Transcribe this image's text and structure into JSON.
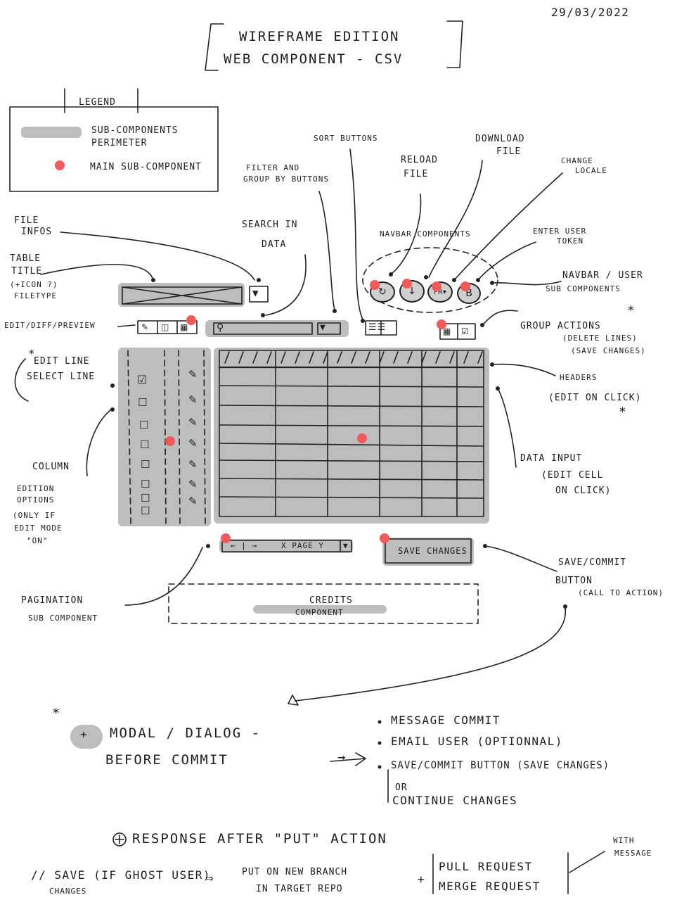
{
  "date": "29/03/2022",
  "title": {
    "line1": "WIREFRAME EDITION",
    "line2": "WEB COMPONENT - CSV"
  },
  "legend": {
    "title": "LEGEND",
    "perimeter_label_1": "SUB-COMPONENTS",
    "perimeter_label_2": "PERIMETER",
    "main_label": "MAIN SUB-COMPONENT"
  },
  "labels": {
    "file_infos_1": "FILE",
    "file_infos_2": "INFOS",
    "table_title_1": "TABLE",
    "table_title_2": "TITLE",
    "table_title_3": "(+ICON ?)",
    "table_title_4": "FILETYPE",
    "edit_diff_preview": "EDIT/DIFF/PREVIEW",
    "edit_line": "EDIT LINE",
    "select_line": "SELECT LINE",
    "column_1": "COLUMN",
    "column_2": "EDITION",
    "column_3": "OPTIONS",
    "column_4": "(ONLY IF",
    "column_5": "EDIT MODE",
    "column_6": "\"ON\"",
    "search_1": "SEARCH IN",
    "search_2": "DATA",
    "filter_1": "FILTER AND",
    "filter_2": "GROUP BY BUTTONS",
    "sort": "SORT BUTTONS",
    "reload_1": "RELOAD",
    "reload_2": "FILE",
    "download_1": "DOWNLOAD",
    "download_2": "FILE",
    "locale_1": "CHANGE",
    "locale_2": "LOCALE",
    "token_1": "ENTER USER",
    "token_2": "TOKEN",
    "navbar_components": "NAVBAR COMPONENTS",
    "navbar_user_1": "NAVBAR / USER",
    "navbar_user_2": "SUB COMPONENTS",
    "group_1": "GROUP ACTIONS",
    "group_2": "(DELETE LINES)",
    "group_3": "(SAVE CHANGES)",
    "headers_1": "HEADERS",
    "headers_2": "(EDIT ON CLICK)",
    "data_1": "DATA INPUT",
    "data_2": "(EDIT CELL",
    "data_3": "ON CLICK)",
    "save_1": "SAVE/COMMIT",
    "save_2": "BUTTON",
    "save_3": "(CALL TO ACTION)",
    "pagination_1": "PAGINATION",
    "pagination_2": "SUB COMPONENT",
    "credits_1": "CREDITS",
    "credits_2": "COMPONENT",
    "asterisk": "*"
  },
  "widgets": {
    "save_button": "SAVE CHANGES",
    "pagination_arrows": "← | →",
    "pagination_page": "X PAGE Y",
    "token_letter": "B",
    "locale_text": "FR▾"
  },
  "notes": {
    "asterisk": "*",
    "plus_symbol": "+",
    "modal_1": "MODAL / DIALOG -",
    "modal_2": "BEFORE   COMMIT",
    "arrow": "→",
    "bullets": [
      "MESSAGE COMMIT",
      "EMAIL USER (OPTIONNAL)",
      "SAVE/COMMIT BUTTON (SAVE CHANGES)"
    ],
    "or": "OR",
    "continue": "CONTINUE CHANGES",
    "response": "RESPONSE AFTER \"PUT\" ACTION",
    "save_flow_1": "// SAVE (IF GHOST USER)",
    "save_flow_2": "CHANGES",
    "double_arrow": "⇒",
    "branch_1": "PUT ON NEW BRANCH",
    "branch_2": "IN TARGET REPO",
    "plus": "+",
    "pr_1": "PULL REQUEST",
    "pr_2": "MERGE REQUEST",
    "with_1": "WITH",
    "with_2": "MESSAGE"
  },
  "colors": {
    "ink": "#1d1d1d",
    "perimeter": "#bdbdbd",
    "main_marker": "#ef5a5a"
  },
  "icons": [
    "reload-icon",
    "download-icon",
    "globe-icon",
    "user-token-icon",
    "search-icon",
    "sort-icon",
    "filter-icon",
    "edit-icon",
    "diff-icon",
    "preview-icon",
    "checkbox-icon",
    "pencil-icon",
    "dropdown-icon"
  ]
}
